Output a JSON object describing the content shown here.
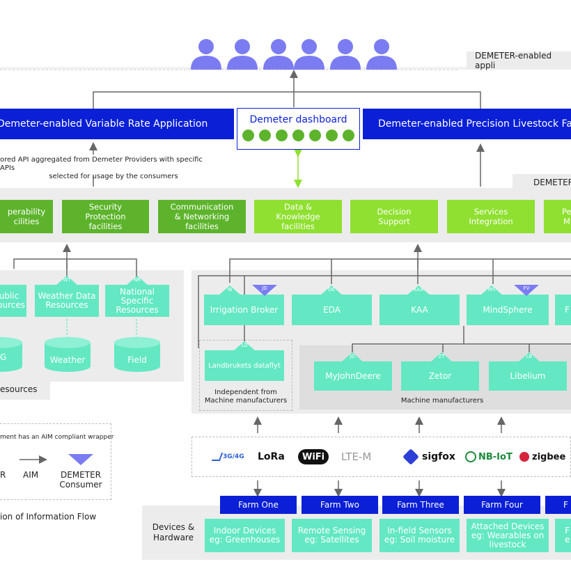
{
  "top_label": "DEMETER-enabled appli",
  "apps": {
    "left": "Demeter-enabled Variable Rate Application",
    "dashboard": "Demeter dashboard",
    "right": "Demeter-enabled Precision Livestock Farmi"
  },
  "api_note": {
    "line1": "ored API aggregated from Demeter Providers with specific APIs",
    "line2": "selected for usage by the consumers"
  },
  "platform_label": "DEMETER",
  "facilities": [
    {
      "line1": "perability",
      "line2": "cilities"
    },
    {
      "line1": "Security",
      "line2": "Protection",
      "line3": "facilities"
    },
    {
      "line1": "Communication",
      "line2": "& Networking",
      "line3": "facilities"
    },
    {
      "line1": "Data &",
      "line2": "Knowledge",
      "line3": "facilities"
    },
    {
      "line1": "Decision",
      "line2": "Support"
    },
    {
      "line1": "Services",
      "line2": "Integration"
    },
    {
      "line1": "Pe",
      "line2": "M"
    }
  ],
  "resources": {
    "public": {
      "line1": "ublic",
      "line2": "sources"
    },
    "weather": {
      "tag": "WT",
      "line1": "Weather Data",
      "line2": "Resources"
    },
    "national": {
      "tag": "NR",
      "line1": "National",
      "line2": "Specific",
      "line3": "Resources"
    },
    "db_left": "G",
    "db_weather": "Weather",
    "db_field": "Field",
    "section_label": "esources"
  },
  "providers": {
    "irrigation": {
      "tag": "IB",
      "label": "Irrigation Broker",
      "consumer_tag": "JD"
    },
    "eda": {
      "tag": "DE",
      "label": "EDA"
    },
    "kaa": {
      "tag": "KAA",
      "label": "KAA"
    },
    "mindsphere": {
      "tag": "MS",
      "label": "MindSphere",
      "consumer_tag": "FV"
    },
    "far_right": {
      "label": "F"
    },
    "landbrukets": {
      "tag": "LD",
      "label": "Landbrukets dataflyt"
    },
    "independent_label1": "Independent from",
    "independent_label2": "Machine manufacturers",
    "myjohndeere": {
      "tag": "JD",
      "label": "MyJohnDeere"
    },
    "zetor": {
      "tag": "ZT",
      "label": "Zetor"
    },
    "libelium": {
      "tag": "LB",
      "label": "Libelium"
    },
    "machine_label": "Machine manufacturers"
  },
  "legend": {
    "note": "ment has an AIM compliant wrapper",
    "r_label1": "R",
    "aim": "AIM",
    "consumer1": "DEMETER",
    "consumer2": "Consumer",
    "flow": "ion of Information Flow"
  },
  "tech": [
    {
      "name": "3G/4G",
      "icon": "signal-icon"
    },
    {
      "name": "LoRa",
      "icon": "lora-icon"
    },
    {
      "name": "WiFi",
      "icon": "wifi-icon"
    },
    {
      "name": "LTE-M",
      "icon": "lte-icon"
    },
    {
      "name": "sigfox",
      "icon": "sigfox-icon"
    },
    {
      "name": "NB-IoT",
      "icon": "nbiot-icon"
    },
    {
      "name": "zigbee",
      "icon": "zigbee-icon"
    }
  ],
  "farms": [
    "Farm One",
    "Farm Two",
    "Farm Three",
    "Farm Four",
    "F"
  ],
  "devices_label": {
    "line1": "Devices &",
    "line2": "Hardware"
  },
  "devices": [
    {
      "line1": "Indoor Devices",
      "line2": "eg: Greenhouses"
    },
    {
      "line1": "Remote Sensing",
      "line2": "eg: Satellites"
    },
    {
      "line1": "In-field Sensors",
      "line2": "eg: Soil moisture"
    },
    {
      "line1": "Attached Devices",
      "line2": "eg: Wearables on",
      "line3": "livestock"
    },
    {
      "line1": "F",
      "line2": "e"
    }
  ],
  "colors": {
    "blue": "#0a1fd6",
    "green_dark": "#5db42c",
    "green_light": "#8fe030",
    "teal": "#63e8c3",
    "consumer": "#7b7cf2"
  }
}
